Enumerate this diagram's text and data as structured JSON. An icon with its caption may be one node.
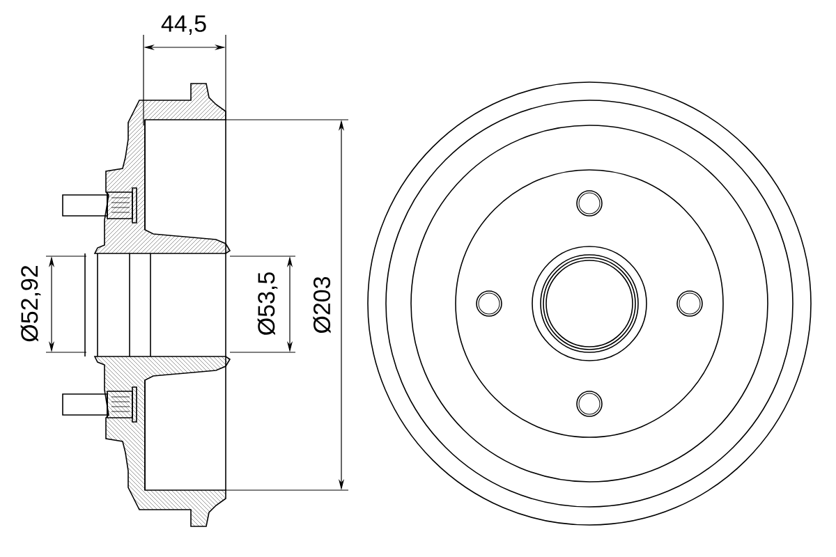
{
  "diagram": {
    "labels": [
      "44,5",
      "Ø52,92",
      "Ø53,5",
      "Ø203"
    ]
  }
}
